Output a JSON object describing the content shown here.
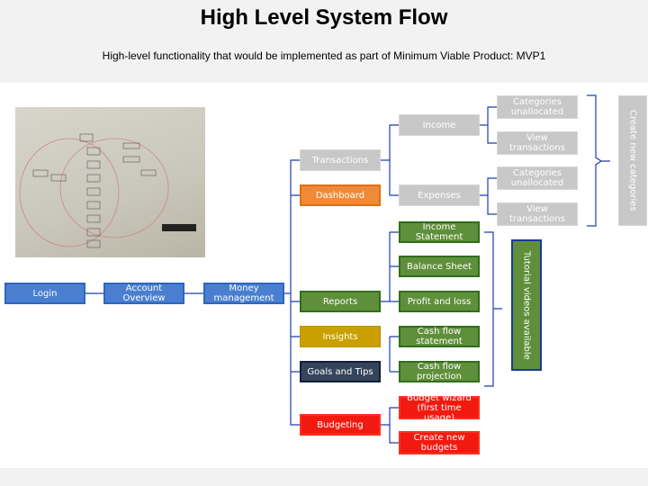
{
  "title": "High Level System Flow",
  "subtitle": "High-level functionality that would be implemented as part of Minimum Viable Product: MVP1",
  "nodes": {
    "login": "Login",
    "account_overview": "Account Overview",
    "money_management": "Money management",
    "transactions": "Transactions",
    "dashboard": "Dashboard",
    "reports": "Reports",
    "insights": "Insights",
    "goals": "Goals and Tips",
    "budgeting": "Budgeting",
    "income": "Income",
    "expenses": "Expenses",
    "income_cat": "Categories unallocated",
    "income_view": "View transactions",
    "expenses_cat": "Categories unallocated",
    "expenses_view": "View transactions",
    "create_categories": "Create new categories",
    "income_statement": "Income Statement",
    "balance_sheet": "Balance Sheet",
    "profit_loss": "Profit and loss",
    "cash_flow_statement": "Cash flow statement",
    "cash_flow_projection": "Cash flow projection",
    "tutorial": "Tutorial videos available",
    "budget_wizard": "Budget wizard (first time usage)",
    "create_budgets": "Create new budgets"
  },
  "colors": {
    "blue": "#4a7fd0",
    "gray": "#c8c8c8",
    "orange": "#ee8a3a",
    "green": "#5f8f3a",
    "gold": "#c9a000",
    "navy": "#34445a",
    "red": "#f21a10",
    "connector": "#1f3fa8"
  }
}
